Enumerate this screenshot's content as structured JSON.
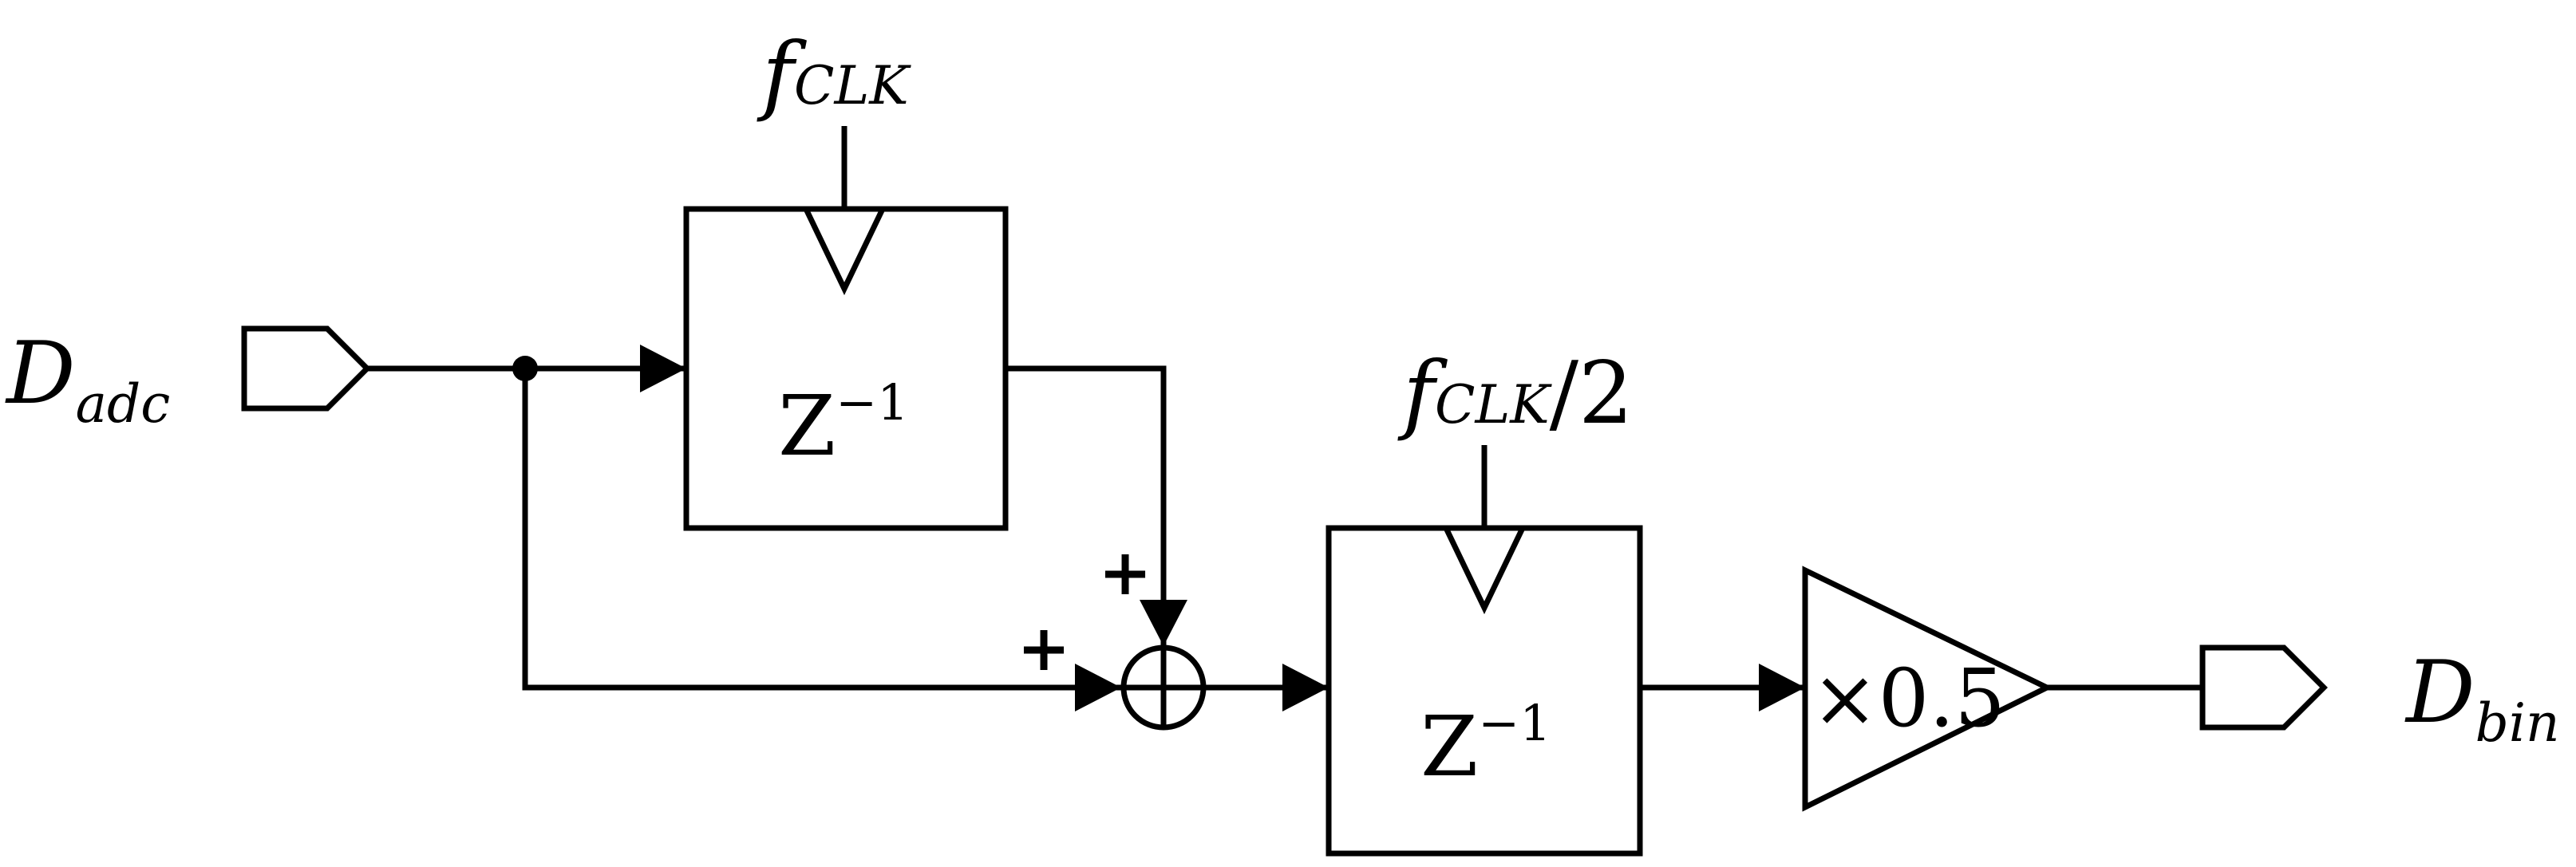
{
  "input": {
    "base": "D",
    "sub": "adc"
  },
  "output": {
    "base": "D",
    "sub": "bin"
  },
  "clock1": {
    "base": "f",
    "sub": "CLK",
    "suffix": ""
  },
  "clock2": {
    "base": "f",
    "sub": "CLK",
    "suffix": "/2"
  },
  "delay1": {
    "base": "Z",
    "exp": "−1"
  },
  "delay2": {
    "base": "Z",
    "exp": "−1"
  },
  "adder": {
    "sign_top": "+",
    "sign_left": "+"
  },
  "gain": {
    "label": "×0.5"
  }
}
